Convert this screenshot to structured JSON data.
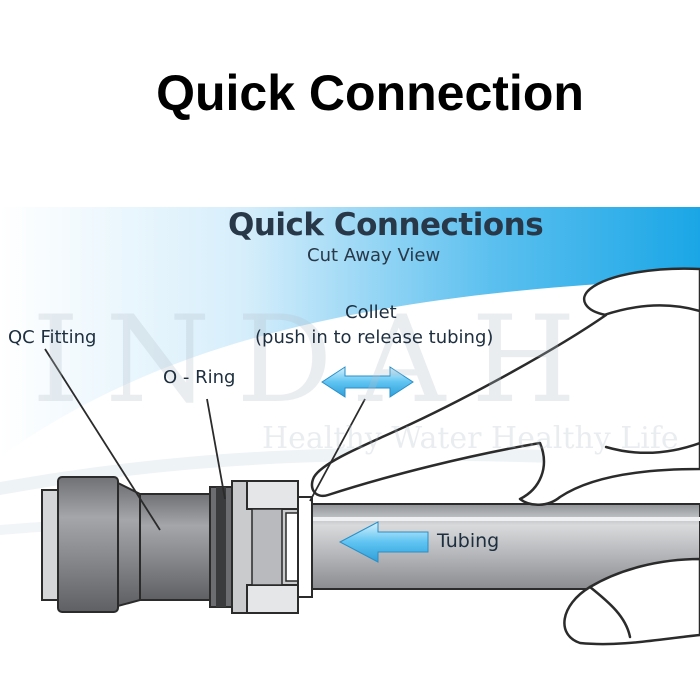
{
  "title": "Quick Connection",
  "diagram": {
    "title": "Quick Connections",
    "subtitle": "Cut Away View",
    "labels": {
      "qc_fitting": "QC Fitting",
      "o_ring": "O - Ring",
      "collet": "Collet",
      "collet_note": "(push in to release tubing)",
      "tubing": "Tubing"
    },
    "watermark": {
      "brand": "INDAH",
      "tagline": "Healthy Water Healthy Life"
    }
  },
  "colors": {
    "sky_blue": "#1aa6e6",
    "arrow_blue": "#5fc4f2",
    "fitting_gray": "#8d8f93",
    "outline": "#2b2b2b"
  }
}
